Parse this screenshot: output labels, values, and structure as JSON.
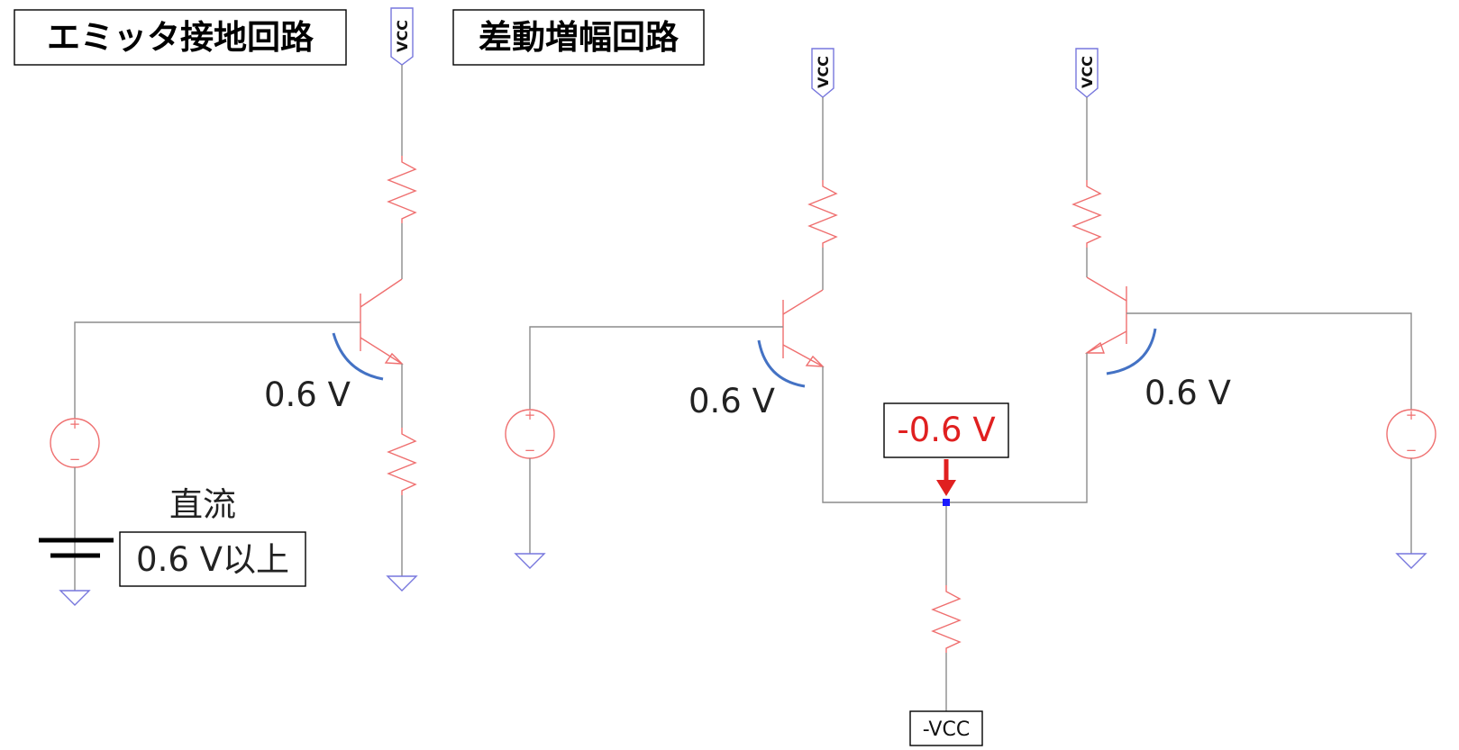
{
  "titles": {
    "left": "エミッタ接地回路",
    "right": "差動増幅回路"
  },
  "labels": {
    "vbe_left": "0.6 V",
    "vbe_q1": "0.6 V",
    "vbe_q2": "0.6 V",
    "emitter_node": "-0.6 V",
    "dc": "直流",
    "dc_box": "0.6 V以上",
    "neg_vcc": "-VCC"
  },
  "power_labels": {
    "vcc_1": "VCC",
    "vcc_2": "VCC",
    "vcc_3": "VCC"
  },
  "source_signs": {
    "plus": "+",
    "minus": "−"
  },
  "colors": {
    "wire": "#8c8c8c",
    "component": "#ef6f6f",
    "ground": "#7777dd",
    "vbe_arc": "#4472c4",
    "highlight": "#e02020",
    "node": "#1a1aff"
  }
}
